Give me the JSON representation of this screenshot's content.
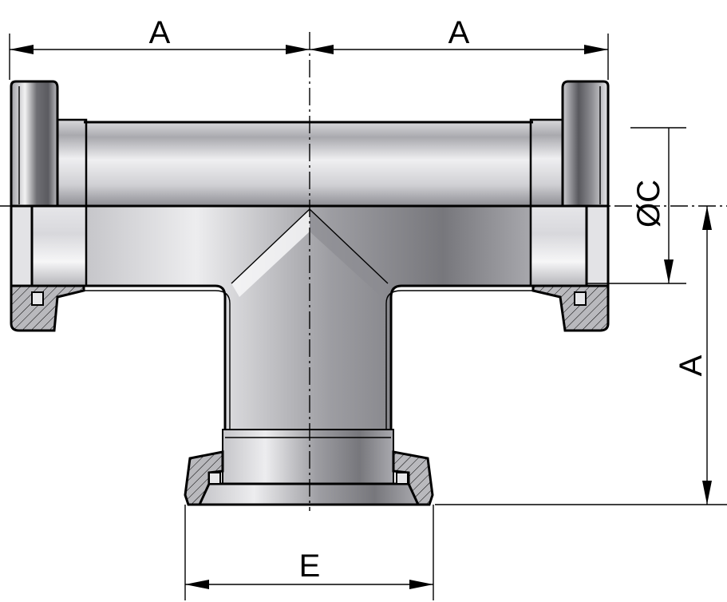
{
  "drawing": {
    "labels": {
      "dim_left_top": "A",
      "dim_right_top": "A",
      "dim_diameter": "ØC",
      "dim_vertical": "A",
      "dim_bottom": "E"
    },
    "colors": {
      "line": "#000000",
      "metal_light": "#f4f4f6",
      "metal_mid": "#c9c9cd",
      "metal_dark": "#7d7d83",
      "section_fill": "#b9b9bd"
    }
  }
}
